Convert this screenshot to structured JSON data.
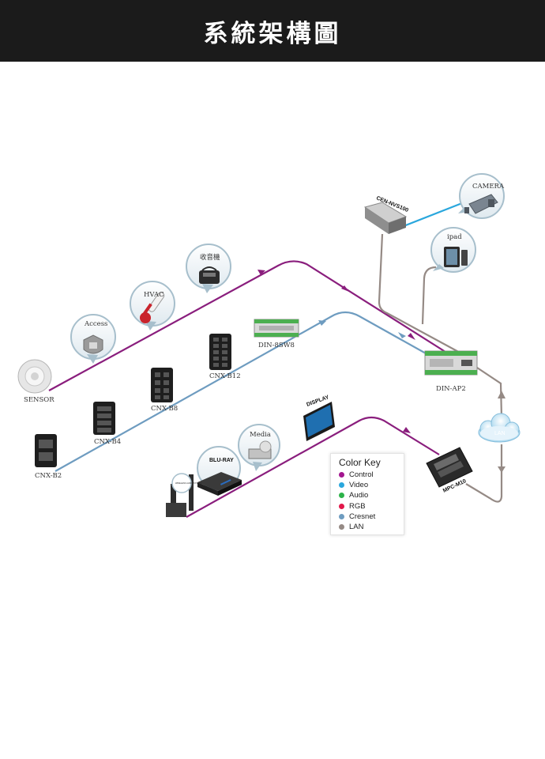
{
  "header": {
    "title": "系統架構圖"
  },
  "devices": {
    "sensor": "SENSOR",
    "access": "Access",
    "hvac": "HVAC",
    "radio": "收音機",
    "din_8sw8": "DIN-8SW8",
    "cnx_b12": "CNX-B12",
    "cnx_b8": "CNX-B8",
    "cnx_b4": "CNX-B4",
    "cnx_b2": "CNX-B2",
    "din_ap2": "DIN-AP2",
    "cen_nvs100": "CEN-NVS100",
    "camera": "CAMERA",
    "ipad": "ipad",
    "lan": "LAN",
    "display": "DISPLAY",
    "media": "Media",
    "blu_ray": "BLU-RAY",
    "mpc_m10": "MPC-M10",
    "subwoofer": "WIRELESS AUDIO SYSTEM"
  },
  "legend": {
    "title": "Color Key",
    "items": [
      {
        "label": "Control",
        "color": "#a3168f"
      },
      {
        "label": "Video",
        "color": "#2aa7dd"
      },
      {
        "label": "Audio",
        "color": "#2db34a"
      },
      {
        "label": "RGB",
        "color": "#e2184a"
      },
      {
        "label": "Cresnet",
        "color": "#6e9cc0"
      },
      {
        "label": "LAN",
        "color": "#958a85"
      }
    ]
  },
  "colors": {
    "control": "#8a1e7d",
    "cresnet": "#6e9cc0",
    "lan": "#958a85",
    "video": "#2aa7dd"
  }
}
